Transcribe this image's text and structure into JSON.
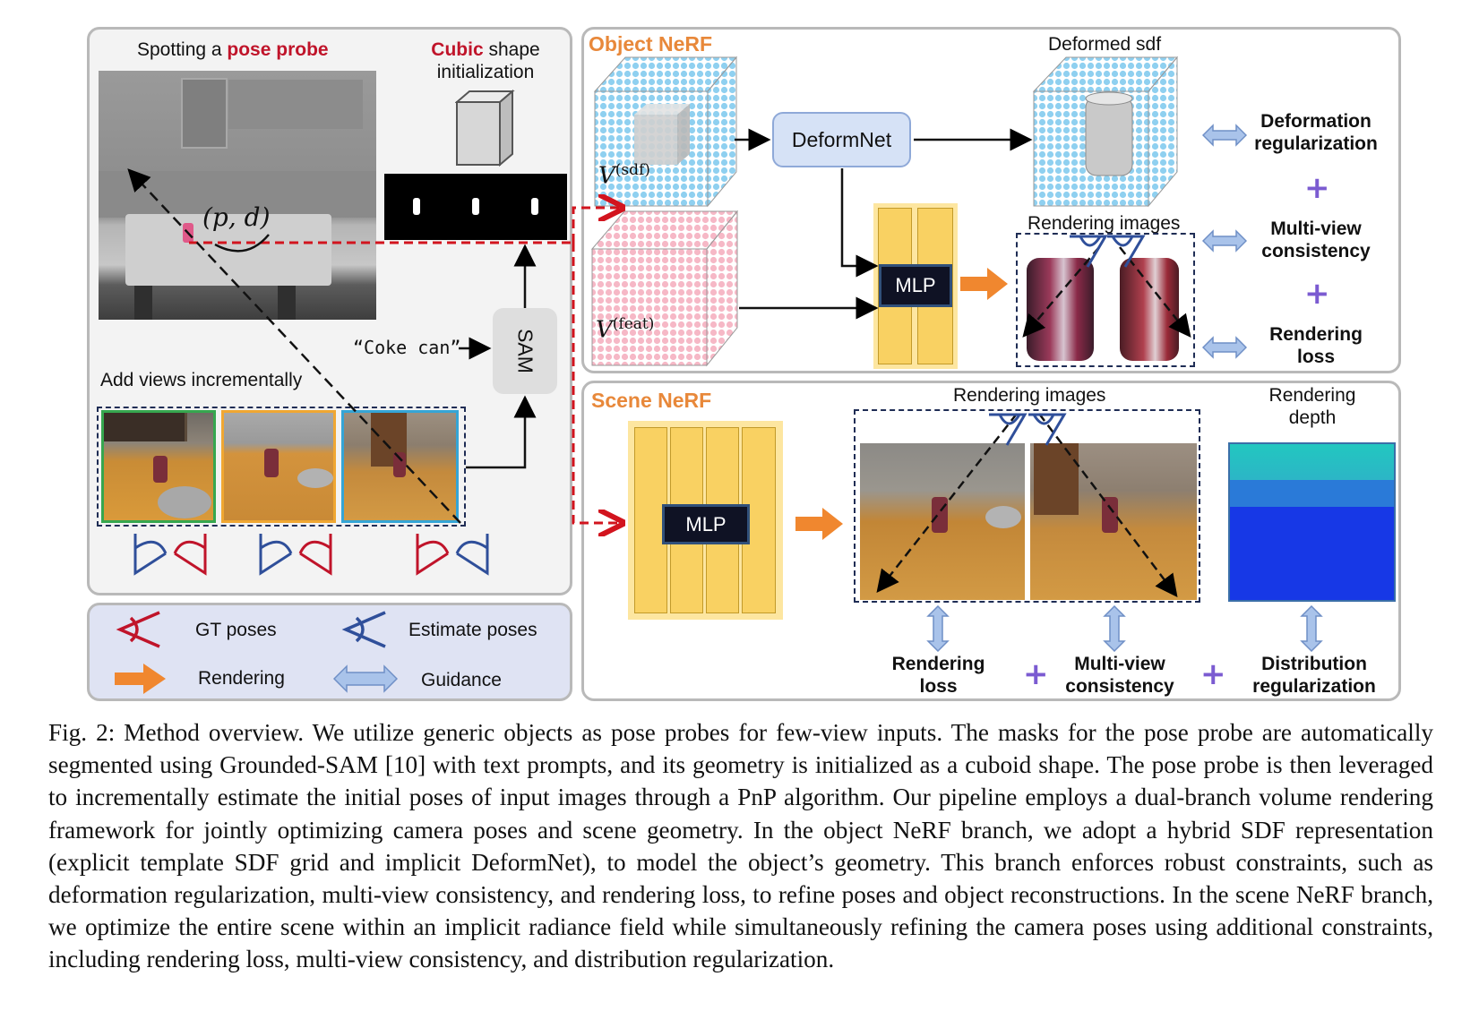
{
  "left_panel": {
    "spotting_prefix": "Spotting a ",
    "spotting_highlight": "pose probe",
    "cubic_highlight": "Cubic",
    "cubic_rest": " shape",
    "cubic_line2": "initialization",
    "ray_label": "(p, d)",
    "prompt_text": "“Coke can”",
    "sam_label": "SAM",
    "add_views": "Add views incrementally"
  },
  "legend": {
    "gt_poses": "GT poses",
    "estimate_poses": "Estimate poses",
    "rendering": "Rendering",
    "guidance": "Guidance"
  },
  "object_nerf": {
    "title": "Object NeRF",
    "v_sdf": "V",
    "v_sdf_sup": "(sdf)",
    "v_feat": "V",
    "v_feat_sup": "(feat)",
    "deformnet": "DeformNet",
    "deformed_sdf": "Deformed sdf",
    "mlp": "MLP",
    "rendering_images": "Rendering images",
    "loss1_l1": "Deformation",
    "loss1_l2": "regularization",
    "loss2_l1": "Multi-view",
    "loss2_l2": "consistency",
    "loss3_l1": "Rendering",
    "loss3_l2": "loss"
  },
  "scene_nerf": {
    "title": "Scene NeRF",
    "mlp": "MLP",
    "rendering_images": "Rendering images",
    "rendering_depth_l1": "Rendering",
    "rendering_depth_l2": "depth",
    "loss1_l1": "Rendering",
    "loss1_l2": "loss",
    "loss2_l1": "Multi-view",
    "loss2_l2": "consistency",
    "loss3_l1": "Distribution",
    "loss3_l2": "regularization"
  },
  "plus": "+",
  "caption": "Fig. 2: Method overview. We utilize generic objects as pose probes for few-view inputs. The masks for the pose probe are automatically segmented using Grounded-SAM [10] with text prompts, and its geometry is initialized as a cuboid shape. The pose probe is then leveraged to incrementally estimate the initial poses of input images through a PnP algorithm. Our pipeline employs a dual-branch volume rendering framework for jointly optimizing camera poses and scene geometry. In the object NeRF branch, we adopt a hybrid SDF representation (explicit template SDF grid and implicit DeformNet), to model the object’s geometry. This branch enforces robust constraints, such as deformation regularization, multi-view consistency, and rendering loss, to refine poses and object reconstructions. In the scene NeRF branch, we optimize the entire scene within an implicit radiance field while simultaneously refining the camera poses using additional constraints, including rendering loss, multi-view consistency, and distribution regularization.",
  "colors": {
    "panel_border": "#b9b9b9",
    "orange": "#e8883a",
    "red": "#c0142a",
    "blue_camera": "#2f4f9a",
    "mlp_yellow": "#f9d162",
    "deformnet_fill": "#d6e2f6",
    "guidance_arrow": "#a9c3ea",
    "plus": "#7b5bd1"
  }
}
